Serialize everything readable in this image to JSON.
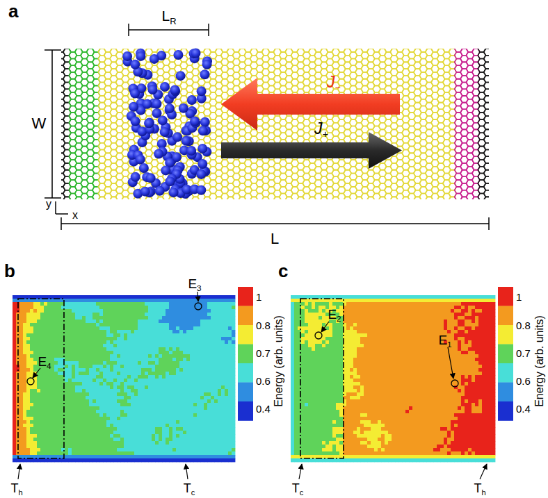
{
  "diagram": {
    "labels": [
      "a",
      "LR",
      "W",
      "J−",
      "J+",
      "y",
      "x",
      "L",
      "b",
      "E3",
      "E4",
      "1",
      "0.8",
      "0.7",
      "0.6",
      "0.4",
      "Energy (arb. units)",
      "Th",
      "Tc",
      "c",
      "E2",
      "E1",
      "1",
      "0.8",
      "0.7",
      "0.6",
      "0.4",
      "Energy (arb. units)",
      "Tc",
      "Th"
    ]
  }
}
